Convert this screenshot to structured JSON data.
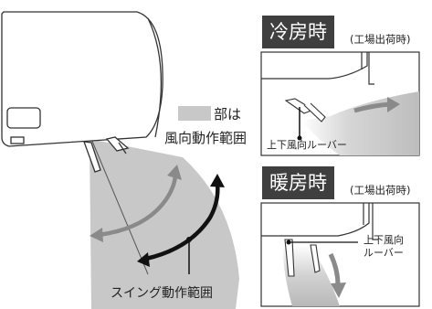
{
  "legend": {
    "suffix": "部は",
    "line2": "風向動作範囲"
  },
  "swing_label": "スイング動作範囲",
  "cooling": {
    "title": "冷房時",
    "subtitle": "(工場出荷時)",
    "vane_label": "上下風向ルーバー"
  },
  "heating": {
    "title": "暖房時",
    "subtitle": "(工場出荷時)",
    "vane_label_line1": "上下風向",
    "vane_label_line2": "ルーバー"
  },
  "colors": {
    "shade": "#c8c8c8",
    "title_bg": "#3f3f3f",
    "arrow_dark": "#111111",
    "arrow_gray": "#8a8a8a"
  }
}
